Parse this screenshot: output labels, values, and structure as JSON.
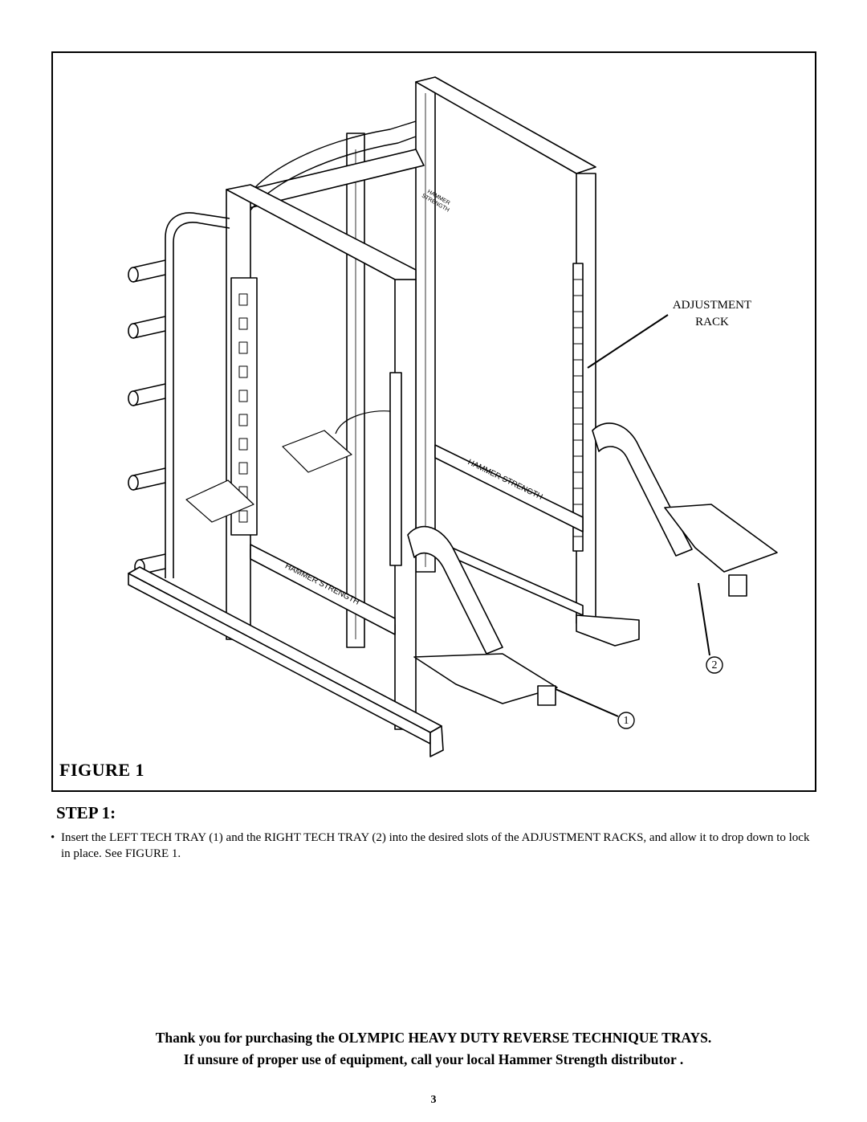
{
  "figure": {
    "caption": "FIGURE  1",
    "callouts": {
      "adjustment_rack": [
        "ADJUSTMENT",
        "RACK"
      ],
      "left_tray_number": "1",
      "right_tray_number": "2"
    },
    "frame_labels": {
      "crossbar_front": "HAMMER STRENGTH",
      "crossbar_side": "HAMMER STRENGTH",
      "top_plate": "HAMMER STRENGTH"
    }
  },
  "step": {
    "heading": "STEP 1:",
    "bullet": "•",
    "text": "Insert the LEFT TECH TRAY (1) and the RIGHT TECH TRAY (2) into the desired slots of  the ADJUSTMENT RACKS, and allow it to drop down to lock in place. See FIGURE 1."
  },
  "footer": {
    "thanks_line": "Thank you for purchasing the OLYMPIC HEAVY DUTY  REVERSE TECHNIQUE TRAYS.",
    "help_line": "If unsure of proper use of equipment, call your local Hammer Strength distributor .",
    "page_number": "3"
  }
}
